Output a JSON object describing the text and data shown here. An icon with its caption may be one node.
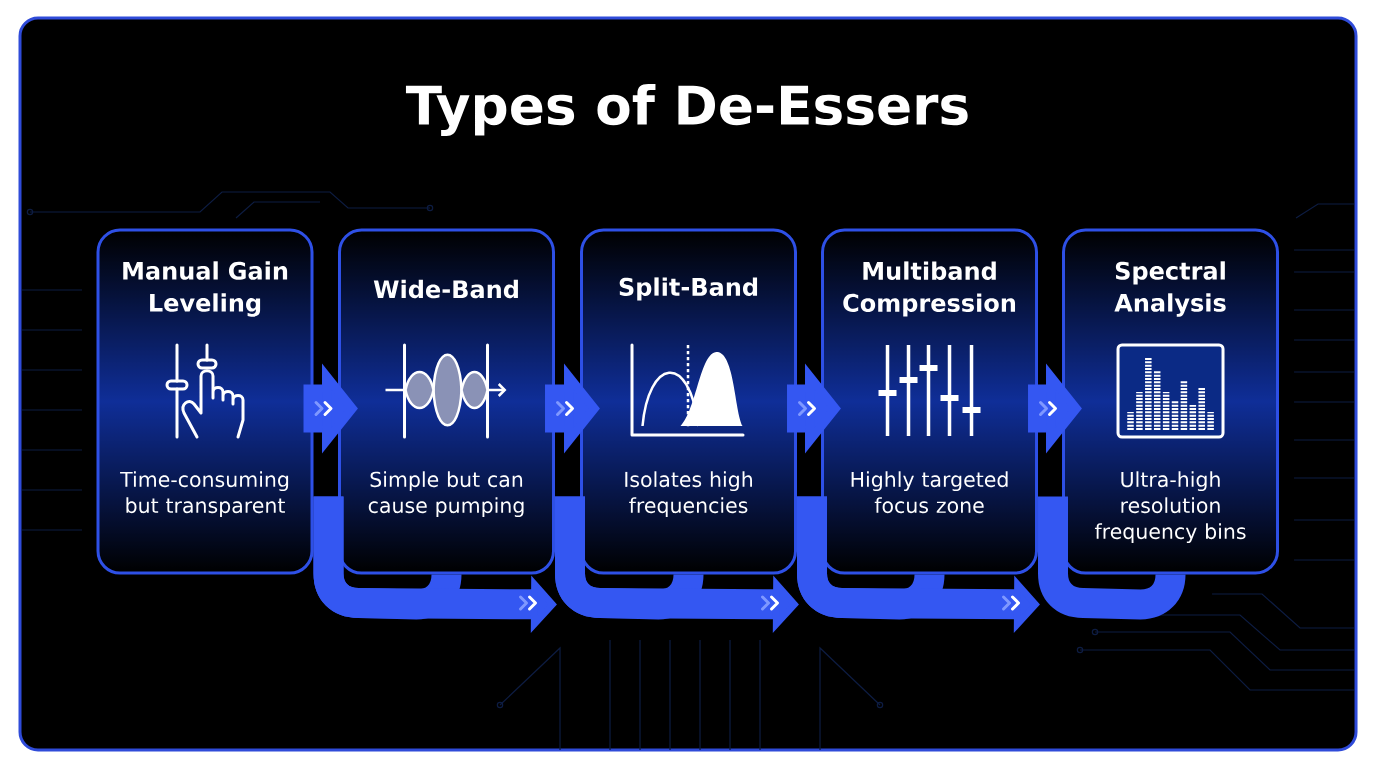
{
  "diagram": {
    "title": "Types of De-Essers",
    "nodes": [
      {
        "text": [
          "Manual Gain Leveling",
          "Time-consuming but transparent"
        ]
      },
      {
        "text": [
          "Wide-Band",
          "Simple but can cause pumping"
        ]
      },
      {
        "text": [
          "Split-Band",
          "Isolates high frequencies"
        ]
      },
      {
        "text": [
          "Multiband Compression",
          "Highly targeted focus zone"
        ]
      },
      {
        "text": [
          "Spectral Analysis",
          "Ultra-high resolution frequency bins"
        ]
      }
    ],
    "edges": [
      {
        "from": 0,
        "to": 1,
        "arrow": "to"
      },
      {
        "from": 1,
        "to": 2,
        "arrow": "to"
      },
      {
        "from": 2,
        "to": 3,
        "arrow": "to"
      },
      {
        "from": 3,
        "to": 4,
        "arrow": "to"
      },
      {
        "from": 0,
        "to": 1,
        "arrow": "none"
      },
      {
        "from": 0,
        "to": 1,
        "arrow": "to"
      },
      {
        "from": 1,
        "to": 2,
        "arrow": "none"
      },
      {
        "from": 1,
        "to": 2,
        "arrow": "to"
      },
      {
        "from": 2,
        "to": 3,
        "arrow": "none"
      },
      {
        "from": 2,
        "to": 3,
        "arrow": "to"
      },
      {
        "from": 3,
        "to": 4,
        "arrow": "none"
      }
    ]
  }
}
